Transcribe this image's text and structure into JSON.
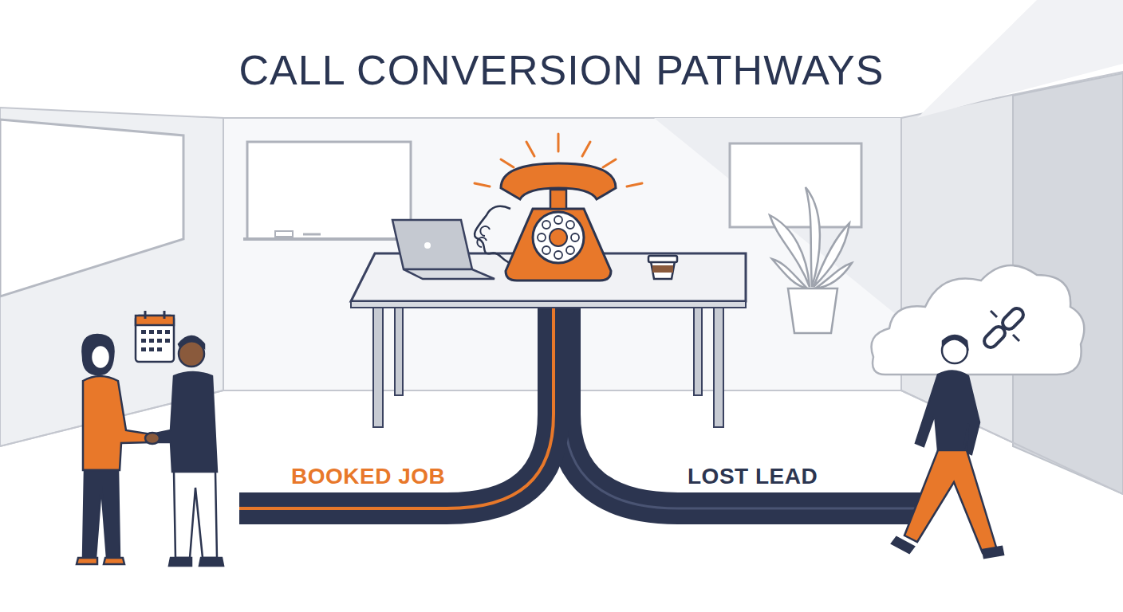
{
  "diagram": {
    "title": "CALL CONVERSION PATHWAYS",
    "labels": [
      "BOOKED JOB",
      "LOST LEAD"
    ]
  }
}
